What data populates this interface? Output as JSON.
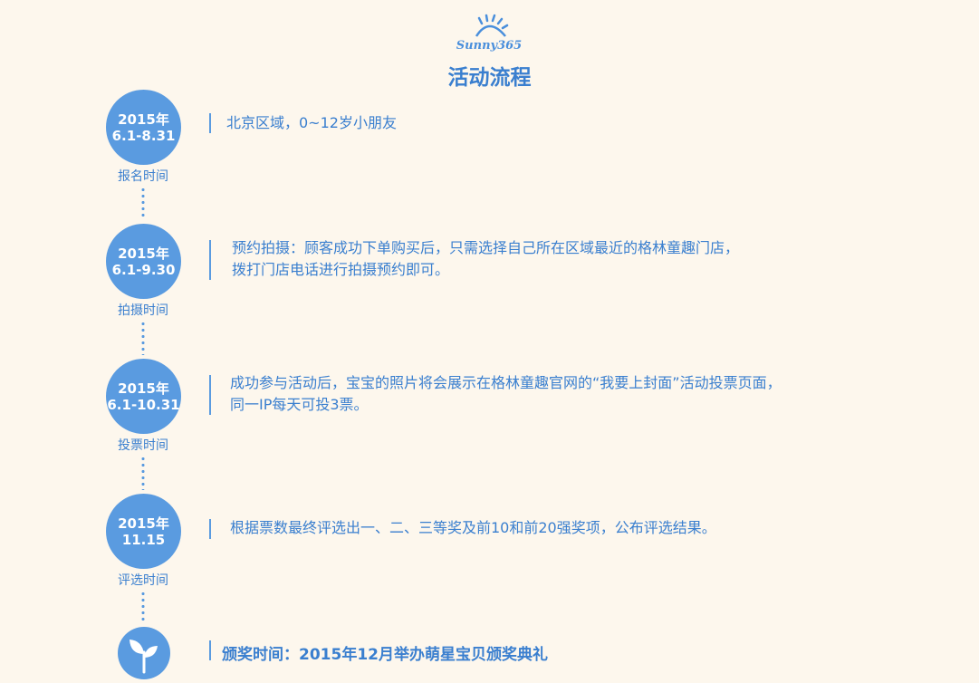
{
  "logo": {
    "text": "Sunny365"
  },
  "title": "活动流程",
  "steps": [
    {
      "year": "2015年",
      "date": "6.1-8.31",
      "label": "报名时间",
      "lines": [
        "北京区域，0~12岁小朋友"
      ]
    },
    {
      "year": "2015年",
      "date": "6.1-9.30",
      "label": "拍摄时间",
      "lines": [
        "预约拍摄：顾客成功下单购买后，只需选择自己所在区域最近的格林童趣门店，",
        "拨打门店电话进行拍摄预约即可。"
      ]
    },
    {
      "year": "2015年",
      "date": "6.1-10.31",
      "label": "投票时间",
      "lines": [
        "成功参与活动后，宝宝的照片将会展示在格林童趣官网的“我要上封面”活动投票页面，",
        "同一IP每天可投3票。"
      ]
    },
    {
      "year": "2015年",
      "date": "11.15",
      "label": "评选时间",
      "lines": [
        "根据票数最终评选出一、二、三等奖及前10和前20强奖项，公布评选结果。"
      ]
    }
  ],
  "final": {
    "icon": "sprout-icon",
    "text": "颁奖时间：2015年12月举办萌星宝贝颁奖典礼"
  },
  "colors": {
    "accent": "#5a9be0",
    "text": "#3a7fcf",
    "background": "#fdf7ed"
  }
}
